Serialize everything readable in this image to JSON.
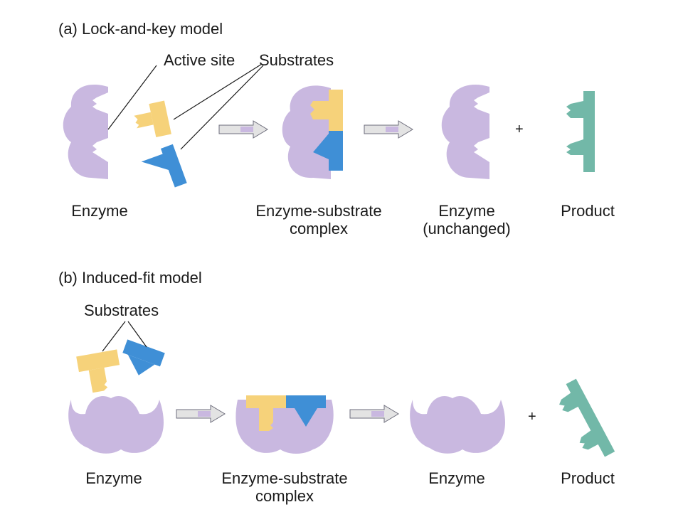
{
  "panel_a": {
    "title": "(a) Lock-and-key model",
    "callout_active_site": "Active site",
    "callout_substrates": "Substrates",
    "labels": {
      "enzyme": "Enzyme",
      "complex_line1": "Enzyme-substrate",
      "complex_line2": "complex",
      "enzyme_after_line1": "Enzyme",
      "enzyme_after_line2": "(unchanged)",
      "product": "Product"
    },
    "plus": "+"
  },
  "panel_b": {
    "title": "(b) Induced-fit model",
    "callout_substrates": "Substrates",
    "labels": {
      "enzyme": "Enzyme",
      "complex_line1": "Enzyme-substrate",
      "complex_line2": "complex",
      "enzyme_after": "Enzyme",
      "product": "Product"
    },
    "plus": "+"
  },
  "colors": {
    "enzyme": "#c9b8e0",
    "substrate_yellow": "#f6d27a",
    "substrate_blue": "#3f8fd6",
    "product": "#72b8a8",
    "arrow_fill": "#e3e3e3",
    "arrow_tint": "#c9b8e0",
    "arrow_stroke": "#6e6e7c"
  }
}
